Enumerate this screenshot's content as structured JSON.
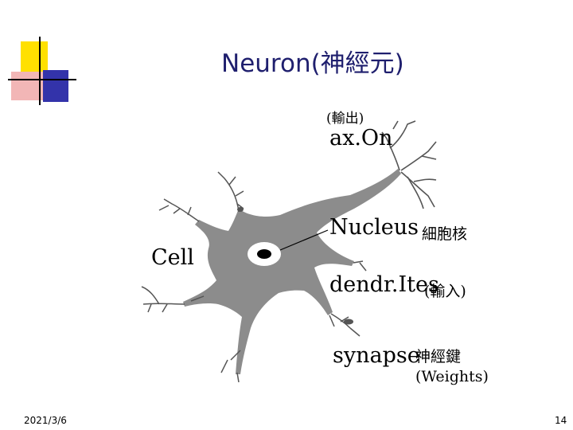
{
  "slide": {
    "title": "Neuron(神經元)",
    "date": "2021/3/6",
    "page_number": "14"
  },
  "diagram": {
    "labels": {
      "axon": "ax.On",
      "axon_note": "(輸出)",
      "nucleus": "Nucleus",
      "nucleus_note": "細胞核",
      "cell": "Cell",
      "dendrites": "dendr.Ites",
      "dendrites_note": "(輸入)",
      "synapse": "synapse",
      "synapse_note": "神經鍵",
      "synapse_note2": "(Weights)"
    },
    "colors": {
      "cell_body": "#8c8c8c",
      "branches": "#555555",
      "nucleus": "#000000",
      "title": "#1f1f6e",
      "deco_yellow": "#ffe000",
      "deco_red": "#e23a3a",
      "deco_blue": "#3333aa"
    }
  }
}
